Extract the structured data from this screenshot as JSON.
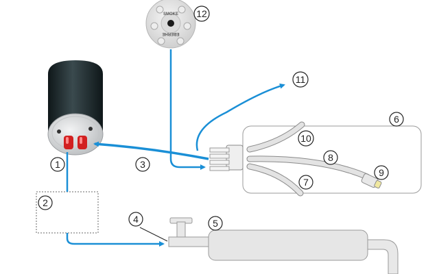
{
  "callouts": {
    "c1": "1",
    "c2": "2",
    "c3": "3",
    "c4": "4",
    "c5": "5",
    "c6": "6",
    "c7": "7",
    "c8": "8",
    "c9": "9",
    "c10": "10",
    "c11": "11",
    "c12": "12"
  },
  "smoke_cap": {
    "top_text": "SMOKE",
    "bottom_text": "EBERHE"
  },
  "colors": {
    "arrow": "#1a8fd6",
    "outline": "#888888",
    "heater_body": "#1e2b2e",
    "heater_cap": "#d0d2d3",
    "terminal": "#d22020",
    "pipe_fill": "#e6e6e6"
  }
}
